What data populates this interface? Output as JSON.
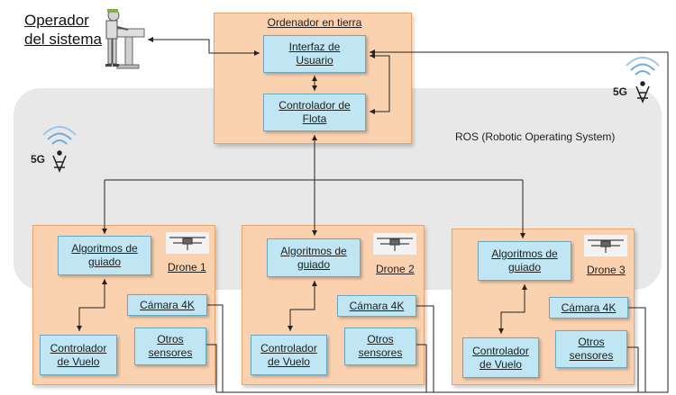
{
  "operator_label": "Operador\ndel sistema",
  "ground_station": {
    "title": "Ordenador en tierra",
    "ui": "Interfaz de\nUsuario",
    "fleet_controller": "Controlador de\nFlota"
  },
  "ros_label": "ROS (Robotic Operating System)",
  "signal_label": "5G",
  "drones": [
    {
      "name": "Drone 1",
      "guidance": "Algoritmos de\nguiado",
      "camera": "Cámara 4K",
      "flight_controller": "Controlador\nde Vuelo",
      "sensors": "Otros\nsensores"
    },
    {
      "name": "Drone 2",
      "guidance": "Algoritmos de\nguiado",
      "camera": "Cámara 4K",
      "flight_controller": "Controlador\nde Vuelo",
      "sensors": "Otros\nsensores"
    },
    {
      "name": "Drone 3",
      "guidance": "Algoritmos de\nguiado",
      "camera": "Cámara 4K",
      "flight_controller": "Controlador\nde Vuelo",
      "sensors": "Otros\nsensores"
    }
  ]
}
